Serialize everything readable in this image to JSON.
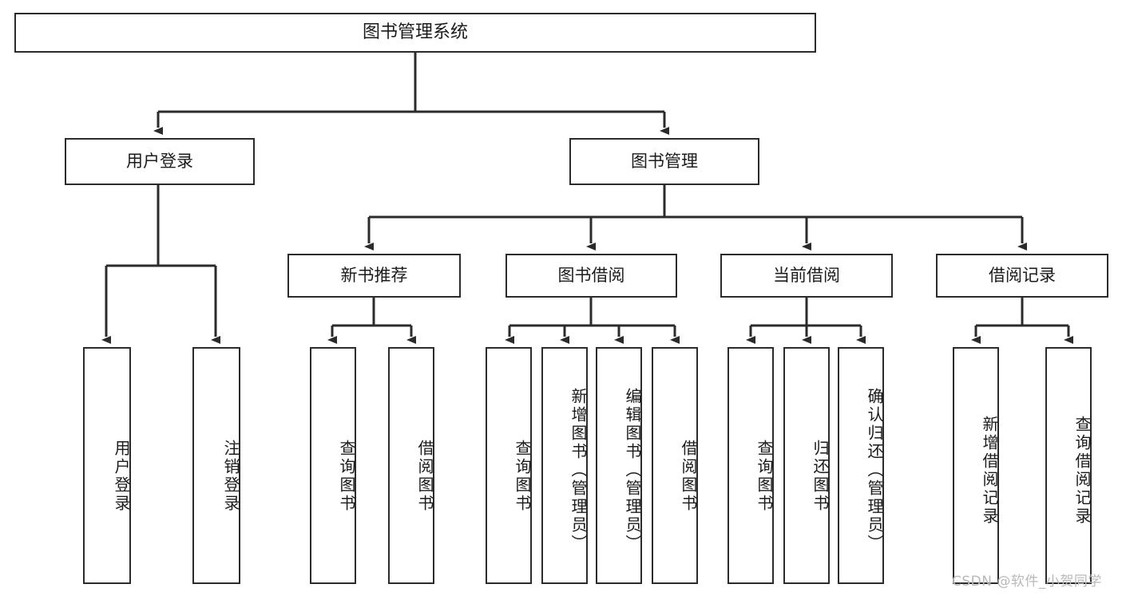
{
  "diagram": {
    "title": "图书管理系统",
    "type": "tree",
    "stroke_color": "#2b2b2b",
    "text_color": "#1b1b1b",
    "background_color": "#ffffff",
    "root": {
      "label": "图书管理系统"
    },
    "level2": [
      {
        "label": "用户登录"
      },
      {
        "label": "图书管理"
      }
    ],
    "level3": [
      {
        "label": "新书推荐"
      },
      {
        "label": "图书借阅"
      },
      {
        "label": "当前借阅"
      },
      {
        "label": "借阅记录"
      }
    ],
    "leaves": {
      "user_login": [
        {
          "label": "用户登录"
        },
        {
          "label": "注销登录"
        }
      ],
      "new_book_recommend": [
        {
          "label": "查询图书"
        },
        {
          "label": "借阅图书"
        }
      ],
      "book_borrow": [
        {
          "label": "查询图书"
        },
        {
          "label": "新增图书（管理员）"
        },
        {
          "label": "编辑图书（管理员）"
        },
        {
          "label": "借阅图书"
        }
      ],
      "current_borrow": [
        {
          "label": "查询图书"
        },
        {
          "label": "归还图书"
        },
        {
          "label": "确认归还（管理员）"
        }
      ],
      "borrow_records": [
        {
          "label": "新增借阅记录"
        },
        {
          "label": "查询借阅记录"
        }
      ]
    },
    "watermark": "CSDN @软件_小贺同学"
  }
}
